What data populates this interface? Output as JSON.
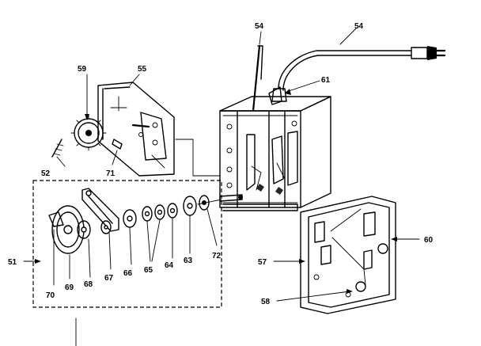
{
  "callouts": {
    "c51": "51",
    "c52": "52",
    "c54a": "54",
    "c54b": "54",
    "c55": "55",
    "c57": "57",
    "c58": "58",
    "c59": "59",
    "c60": "60",
    "c61": "61",
    "c63": "63",
    "c64": "64",
    "c65": "65",
    "c66": "66",
    "c67": "67",
    "c68": "68",
    "c69": "69",
    "c70": "70",
    "c71": "71",
    "c72": "72"
  }
}
